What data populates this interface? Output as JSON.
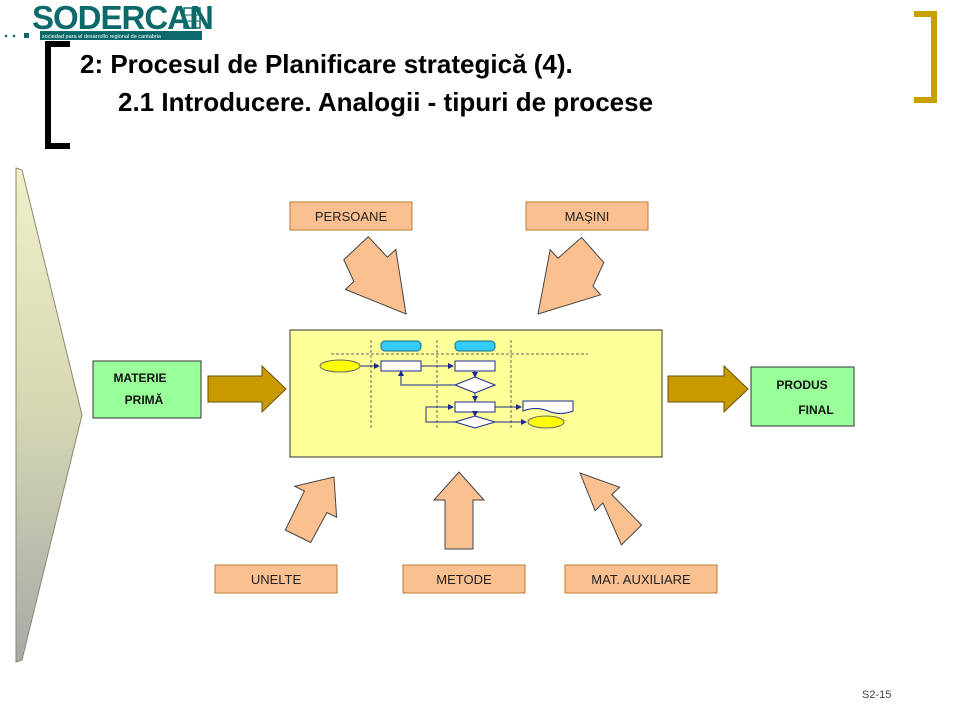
{
  "logo": {
    "name": "SODERCAN",
    "tagline": "sociedad para el desarrollo regional de cantabria"
  },
  "title": {
    "line1": "2: Procesul de Planificare strategică (4).",
    "line2": "2.1 Introducere. Analogii - tipuri de procese"
  },
  "diagram": {
    "top_inputs": [
      "PERSOANE",
      "MAŞINI"
    ],
    "left_input": {
      "line1": "MATERIE",
      "line2": "PRIMĂ"
    },
    "right_output": {
      "line1": "PRODUS",
      "line2": "FINAL"
    },
    "bottom_inputs": [
      "UNELTE",
      "METODE",
      "MAT. AUXILIARE"
    ]
  },
  "colors": {
    "label_orange": "#FAC090",
    "label_border": "#c07830",
    "process_box": "#FFFF99",
    "material_green": "#99FF99",
    "thick_arrow": "#C89A00",
    "bracket_gold": "#C8A000",
    "flow_cyan": "#33CCFF",
    "flow_yellow": "#FFFF00"
  },
  "footer": {
    "slide_number": "S2-15"
  }
}
